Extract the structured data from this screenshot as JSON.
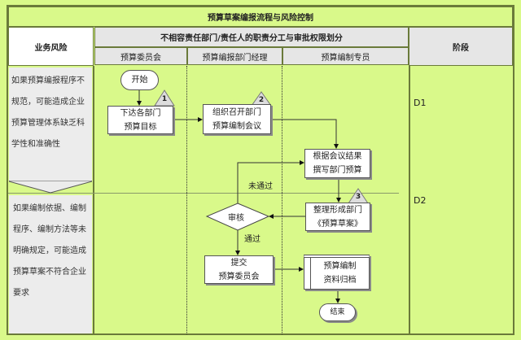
{
  "title": "预算草案编报流程与风险控制",
  "header": {
    "risk": "业务风险",
    "division": "不相容责任部门/责任人的职责分工与审批权限划分",
    "lanes": [
      "预算委员会",
      "预算编报部门经理",
      "预算编制专员"
    ],
    "stage": "阶段"
  },
  "risks": [
    "如果预算编报程序不规范，可能造成企业预算管理体系缺乏科学性和准确性",
    "如果编制依据、编制程序、编制方法等未明确规定，可能造成预算草案不符合企业要求"
  ],
  "stages": [
    "D1",
    "D2"
  ],
  "nodes": {
    "start": "开始",
    "n1": [
      "下达各部门",
      "预算目标"
    ],
    "n2": [
      "组织召开部门",
      "预算编制会议"
    ],
    "n3": [
      "根据会议结果",
      "撰写部门预算"
    ],
    "n4": [
      "整理形成部门",
      "《预算草案》"
    ],
    "review": "审核",
    "n5": [
      "提交",
      "预算委员会"
    ],
    "n6": [
      "预算编制",
      "资料归档"
    ],
    "end": "结束"
  },
  "markers": [
    "1",
    "2",
    "3"
  ],
  "edge_labels": {
    "fail": "未通过",
    "pass": "通过"
  }
}
